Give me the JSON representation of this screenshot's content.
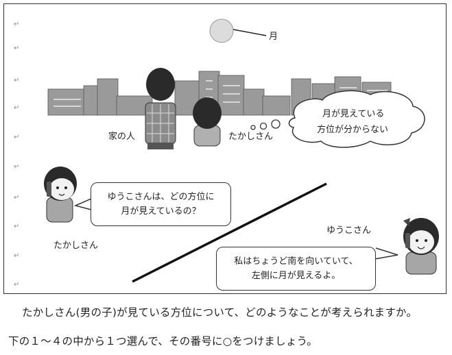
{
  "scene": {
    "moon_label": "月",
    "family_label": "家の人",
    "takashi_label_top": "たかしさん",
    "takashi_thought": {
      "line1": "月が見えている",
      "line2": "方位が分からない"
    },
    "takashi_label_side": "たかしさん",
    "yuko_label": "ゆうこさん",
    "takashi_speech": {
      "line1": "ゆうこさんは、どの方位に",
      "line2": "月が見えているの？"
    },
    "yuko_speech": {
      "line1": "私はちょうど南を向いていて、",
      "line2": "左側に月が見えるよ。"
    }
  },
  "question": "たかしさん(男の子)が見ている方位について、どのようなことが考えられますか。",
  "instruction": "下の１～４の中から１つ選んで、その番号に○をつけましょう。",
  "colors": {
    "moon": "#dcdcdc",
    "border": "#333333",
    "building": "#9a9a9a",
    "paragraph_mark": "#8a8a8a"
  }
}
